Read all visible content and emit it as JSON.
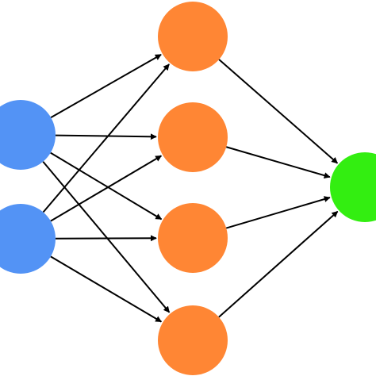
{
  "diagram": {
    "type": "neural-network",
    "layers": [
      {
        "id": "input",
        "role": "input-layer",
        "node_count": 2,
        "color": "#5393F5"
      },
      {
        "id": "hidden",
        "role": "hidden-layer",
        "node_count": 4,
        "color": "#FF8634"
      },
      {
        "id": "output",
        "role": "output-layer",
        "node_count": 1,
        "color": "#33EE11"
      }
    ],
    "connections": "fully-connected",
    "edge_color": "#000000",
    "edge_style": "arrow"
  }
}
